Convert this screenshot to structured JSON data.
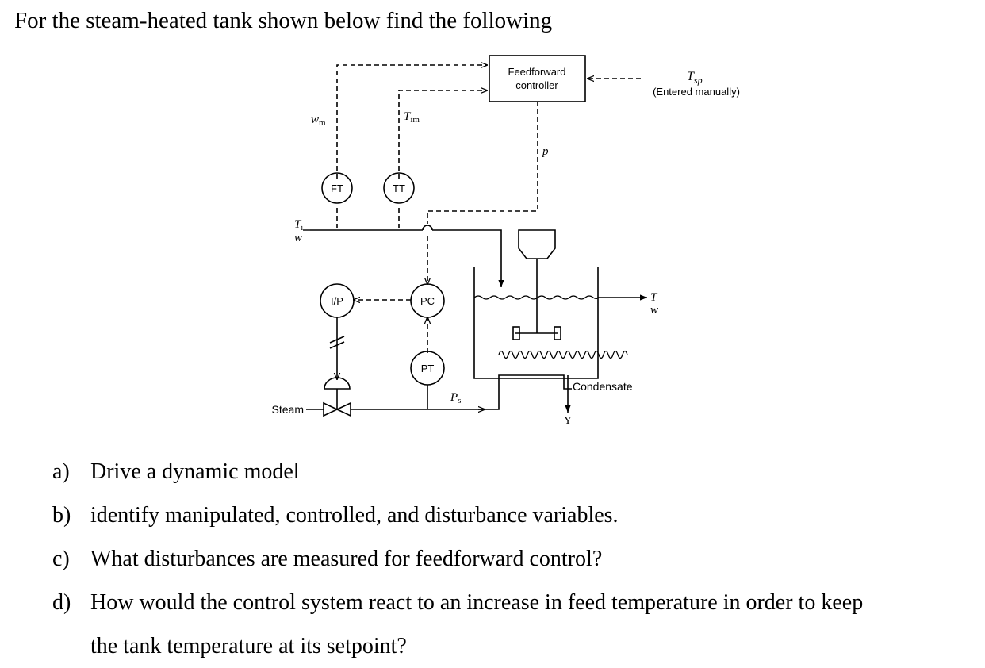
{
  "heading": "For the steam-heated tank shown below find the following",
  "diagram": {
    "controller": {
      "line1": "Feedforward",
      "line2": "controller"
    },
    "setpoint": {
      "symbol": "T",
      "sub": "sp",
      "note": "(Entered manually)"
    },
    "signals": {
      "wm": {
        "symbol": "w",
        "sub": "m"
      },
      "tim": {
        "symbol": "T",
        "sub": "im"
      },
      "p": "p",
      "ps": {
        "symbol": "P",
        "sub": "s"
      }
    },
    "inlet": {
      "t": "T",
      "t_sub": "i",
      "w": "w"
    },
    "outlet": {
      "t": "T",
      "w": "w"
    },
    "instruments": {
      "ft": "FT",
      "tt": "TT",
      "ip": "I/P",
      "pc": "PC",
      "pt": "PT"
    },
    "steam": "Steam",
    "condensate": "Condensate",
    "trap": "Y"
  },
  "questions": [
    {
      "label": "a)",
      "text": "Drive a dynamic model"
    },
    {
      "label": "b)",
      "text": "identify manipulated, controlled, and disturbance variables."
    },
    {
      "label": "c)",
      "text": "What disturbances are measured for feedforward control?"
    },
    {
      "label": "d)",
      "text": "How would the control system react to an increase in feed temperature in order to keep"
    }
  ],
  "question_d_continuation": "the tank temperature at its setpoint?"
}
